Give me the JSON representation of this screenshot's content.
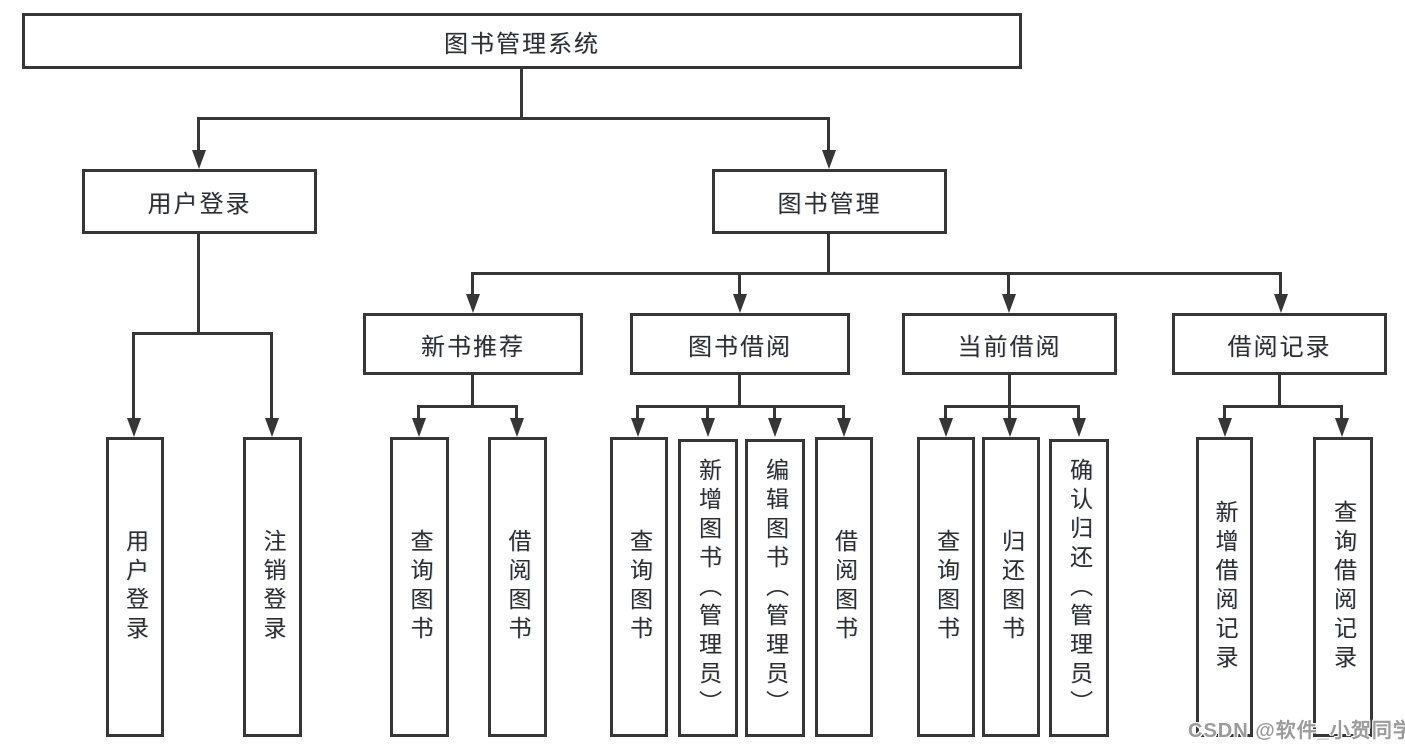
{
  "tree": {
    "root": {
      "label": "图书管理系统",
      "children": [
        {
          "label": "用户登录",
          "children": [
            {
              "label": "用户登录"
            },
            {
              "label": "注销登录"
            }
          ]
        },
        {
          "label": "图书管理",
          "children": [
            {
              "label": "新书推荐",
              "children": [
                {
                  "label": "查询图书"
                },
                {
                  "label": "借阅图书"
                }
              ]
            },
            {
              "label": "图书借阅",
              "children": [
                {
                  "label": "查询图书"
                },
                {
                  "label": "新增图书（管理员）"
                },
                {
                  "label": "编辑图书（管理员）"
                },
                {
                  "label": "借阅图书"
                }
              ]
            },
            {
              "label": "当前借阅",
              "children": [
                {
                  "label": "查询图书"
                },
                {
                  "label": "归还图书"
                },
                {
                  "label": "确认归还（管理员）"
                }
              ]
            },
            {
              "label": "借阅记录",
              "children": [
                {
                  "label": "新增借阅记录"
                },
                {
                  "label": "查询借阅记录"
                }
              ]
            }
          ]
        }
      ]
    }
  },
  "watermark": {
    "text": "CSDN @软件_小贺同学",
    "color": "#9b9b9b"
  },
  "colors": {
    "line": "#363636",
    "box_border": "#363636",
    "box_fill": "#ffffff",
    "text": "#2e2e2e",
    "background": "#ffffff"
  }
}
